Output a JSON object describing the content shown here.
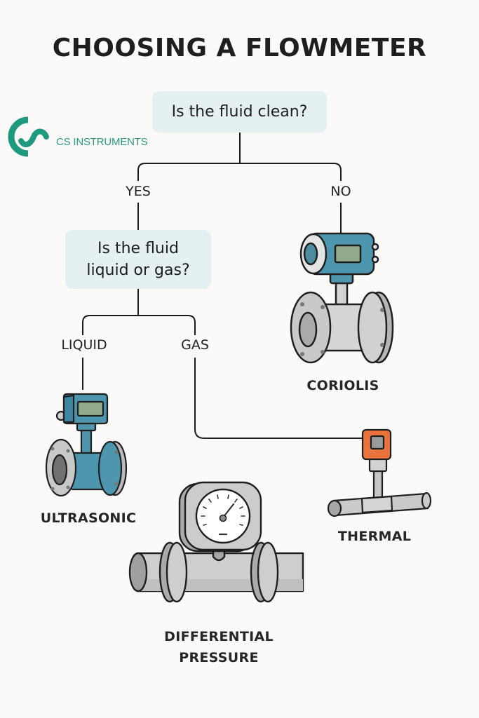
{
  "title": "CHOOSING A FLOWMETER",
  "brand": {
    "name": "CS INSTRUMENTS",
    "logo_icon": "cs-instruments-logo-icon",
    "color": "#1f9a7f"
  },
  "questions": {
    "q1": "Is the fluid clean?",
    "q2": "Is the fluid liquid or gas?"
  },
  "branches": {
    "yes": "YES",
    "no": "NO",
    "liquid": "LIQUID",
    "gas": "GAS"
  },
  "meters": {
    "coriolis": "CORIOLIS",
    "ultrasonic": "ULTRASONIC",
    "thermal": "THERMAL",
    "differential_pressure_line1": "DIFFERENTIAL",
    "differential_pressure_line2": "PRESSURE"
  },
  "colors": {
    "question_box": "#e4f0f1",
    "meter_blue": "#4e96ad",
    "meter_orange": "#e8733d",
    "display_green": "#91aa8a",
    "steel": "#c8c9c9"
  }
}
